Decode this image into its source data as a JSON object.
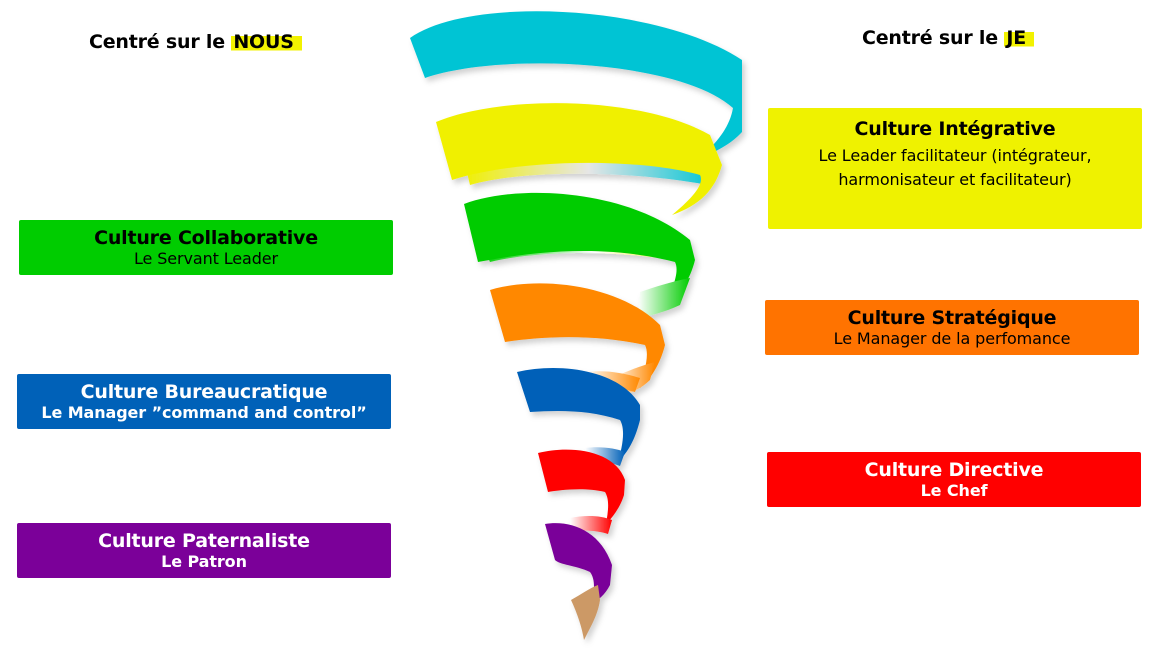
{
  "headings": {
    "left": {
      "prefix": "Centré sur le ",
      "highlight": "NOUS"
    },
    "right": {
      "prefix": "Centré sur le ",
      "highlight": "JE"
    },
    "highlight_color": "#f2f200"
  },
  "left_boxes": [
    {
      "title": "Culture Collaborative",
      "subtitle": "Le Servant Leader",
      "color": "#00cc00",
      "text_color": "#000000"
    },
    {
      "title": "Culture Bureaucratique",
      "subtitle": "Le Manager ”command and control”",
      "color": "#0061b8",
      "text_color": "#ffffff"
    },
    {
      "title": "Culture Paternaliste",
      "subtitle": "Le Patron",
      "color": "#7b0099",
      "text_color": "#ffffff"
    }
  ],
  "right_boxes": [
    {
      "title": "Culture Intégrative",
      "subtitle_line1": "Le Leader facilitateur (intégrateur,",
      "subtitle_line2": "harmonisateur et facilitateur)",
      "color": "#eff200",
      "text_color": "#000000"
    },
    {
      "title": "Culture Stratégique",
      "subtitle": "Le Manager de la perfomance",
      "color": "#ff7300",
      "text_color": "#000000"
    },
    {
      "title": "Culture Directive",
      "subtitle": "Le Chef",
      "color": "#ff0000",
      "text_color": "#ffffff"
    }
  ],
  "spiral": {
    "band_colors": [
      "#00c4d4",
      "#f0f000",
      "#00cc00",
      "#ff8800",
      "#0060b8",
      "#ff0000",
      "#7a0099",
      "#cc9966"
    ]
  }
}
